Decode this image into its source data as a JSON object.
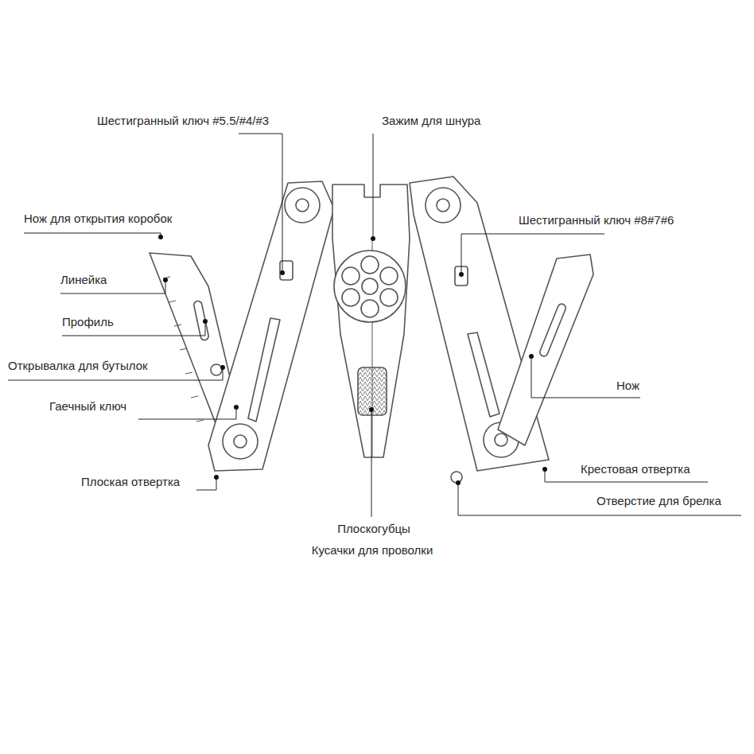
{
  "diagram": {
    "labels": [
      "Шестигранный ключ #5.5/#4/#3",
      "Зажим для шнура",
      "Нож для открытия коробок",
      "Шестигранный ключ #8#7#6",
      "Линейка",
      "Профиль",
      "Открывалка для бутылок",
      "Нож",
      "Гаечный ключ",
      "Крестовая отвертка",
      "Плоская отвертка",
      "Отверстие для брелка",
      "Плоскогубцы",
      "Кусачки для проволки"
    ]
  }
}
